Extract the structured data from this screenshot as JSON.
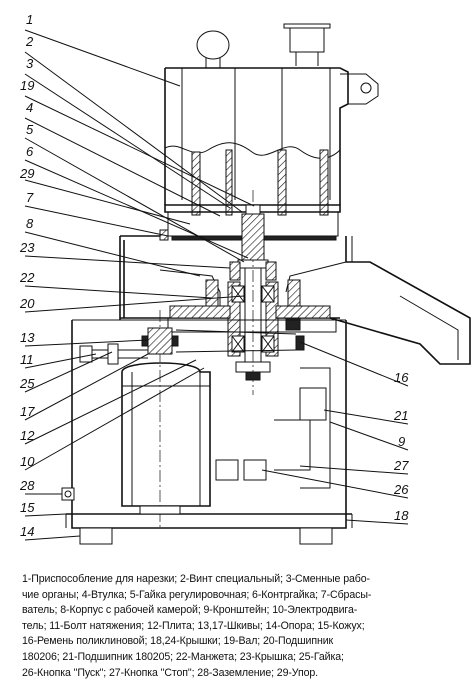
{
  "callouts": [
    {
      "id": "c1",
      "text": "1"
    },
    {
      "id": "c2",
      "text": "2"
    },
    {
      "id": "c3",
      "text": "3"
    },
    {
      "id": "c19",
      "text": "19"
    },
    {
      "id": "c4",
      "text": "4"
    },
    {
      "id": "c5",
      "text": "5"
    },
    {
      "id": "c6",
      "text": "6"
    },
    {
      "id": "c29",
      "text": "29"
    },
    {
      "id": "c7",
      "text": "7"
    },
    {
      "id": "c8",
      "text": "8"
    },
    {
      "id": "c23",
      "text": "23"
    },
    {
      "id": "c22",
      "text": "22"
    },
    {
      "id": "c20",
      "text": "20"
    },
    {
      "id": "c13",
      "text": "13"
    },
    {
      "id": "c11",
      "text": "11"
    },
    {
      "id": "c25",
      "text": "25"
    },
    {
      "id": "c17",
      "text": "17"
    },
    {
      "id": "c12",
      "text": "12"
    },
    {
      "id": "c10",
      "text": "10"
    },
    {
      "id": "c28",
      "text": "28"
    },
    {
      "id": "c15",
      "text": "15"
    },
    {
      "id": "c14",
      "text": "14"
    },
    {
      "id": "c16",
      "text": "16"
    },
    {
      "id": "c21",
      "text": "21"
    },
    {
      "id": "c9",
      "text": "9"
    },
    {
      "id": "c27",
      "text": "27"
    },
    {
      "id": "c26",
      "text": "26"
    },
    {
      "id": "c18",
      "text": "18"
    }
  ],
  "legend": [
    "1-Приспособление для нарезки; 2-Винт специальный; 3-Сменные рабо-",
    "чие органы; 4-Втулка; 5-Гайка регулировочная; 6-Контргайка; 7-Сбрасы-",
    "ватель; 8-Корпус с рабочей камерой; 9-Кронштейн; 10-Электродвига-",
    "тель; 11-Болт натяжения; 12-Плита; 13,17-Шкивы; 14-Опора; 15-Кожух;",
    "16-Ремень поликлиновой; 18,24-Крышки; 19-Вал; 20-Подшипник",
    "180206; 21-Подшипник 180205; 22-Манжета; 23-Крышка; 25-Гайка;",
    "26-Кнопка \"Пуск\"; 27-Кнопка \"Стоп\"; 28-Заземление; 29-Упор."
  ]
}
